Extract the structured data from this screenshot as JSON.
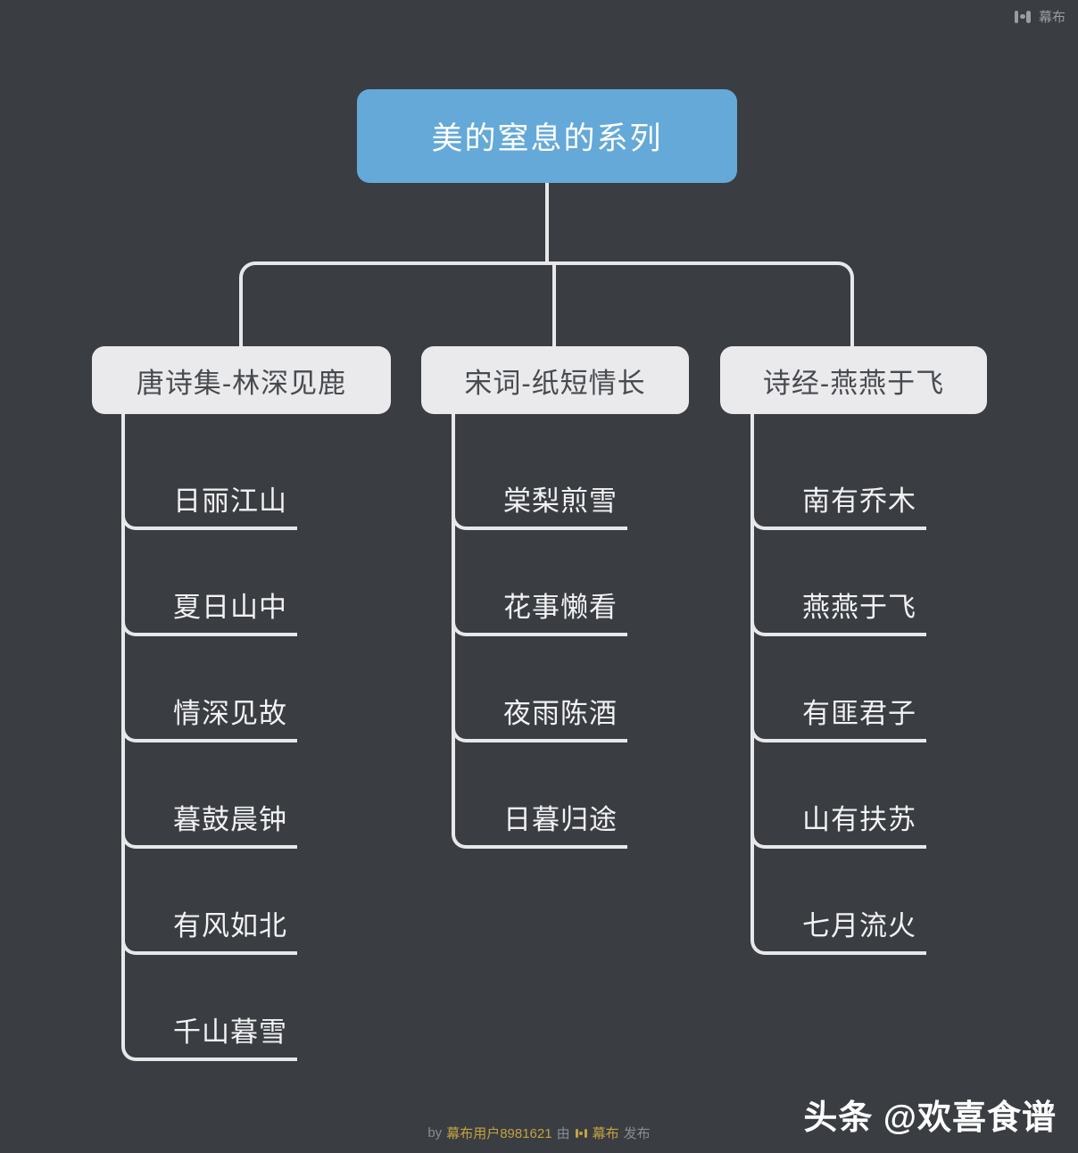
{
  "brand": {
    "name": "幕布"
  },
  "root": {
    "label": "美的窒息的系列",
    "color": "#64a9d8"
  },
  "branches": [
    {
      "label": "唐诗集-林深见鹿",
      "children": [
        "日丽江山",
        "夏日山中",
        "情深见故",
        "暮鼓晨钟",
        "有风如北",
        "千山暮雪"
      ]
    },
    {
      "label": "宋词-纸短情长",
      "children": [
        "棠梨煎雪",
        "花事懒看",
        "夜雨陈酒",
        "日暮归途"
      ]
    },
    {
      "label": "诗经-燕燕于飞",
      "children": [
        "南有乔木",
        "燕燕于飞",
        "有匪君子",
        "山有扶苏",
        "七月流火"
      ]
    }
  ],
  "footer": {
    "by": "by",
    "author": "幕布用户8981621",
    "via": "由",
    "brand": "幕布",
    "publish": "发布"
  },
  "watermark": {
    "text": "头条 @欢喜食谱"
  },
  "colors": {
    "background": "#3a3d42",
    "node_fill": "#eaeaec",
    "line": "#e8e8ea",
    "root_fill": "#64a9d8",
    "branch_text": "#474a4f",
    "leaf_text": "#f2f2f3",
    "footer_link": "#c5a240"
  }
}
